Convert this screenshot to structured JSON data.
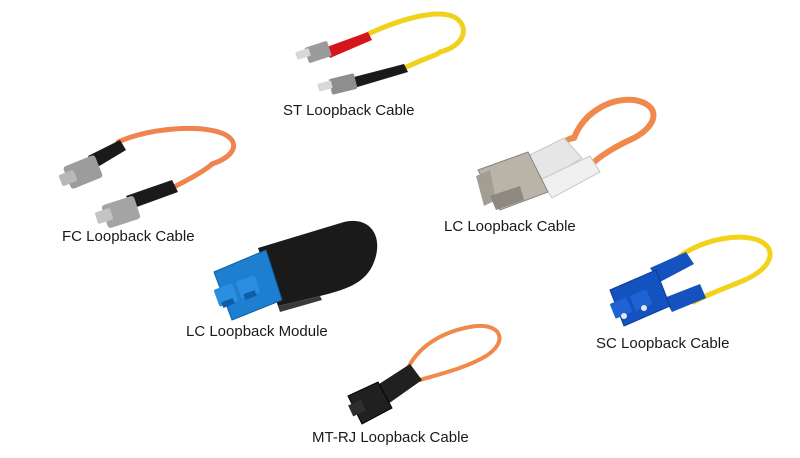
{
  "products": {
    "st": {
      "label": "ST Loopback Cable"
    },
    "fc": {
      "label": "FC Loopback Cable"
    },
    "lc": {
      "label": "LC Loopback Cable"
    },
    "lcm": {
      "label": "LC Loopback Module"
    },
    "sc": {
      "label": "SC Loopback Cable"
    },
    "mtrj": {
      "label": "MT-RJ Loopback Cable"
    }
  },
  "colors": {
    "background": "#ffffff",
    "text": "#1a1a1a",
    "st_jacket": "#f0d21c",
    "st_boot_red": "#d4161c",
    "st_boot_black": "#1a1a1a",
    "fc_jacket": "#ef8450",
    "lc_jacket": "#f08a4c",
    "lc_connector": "#e8e8e8",
    "lcm_body": "#1a1a1a",
    "lcm_connector": "#1e7fd0",
    "sc_jacket": "#f3d21a",
    "sc_connector": "#1452c0",
    "mtrj_jacket": "#f08a4c",
    "mtrj_connector": "#202020"
  }
}
